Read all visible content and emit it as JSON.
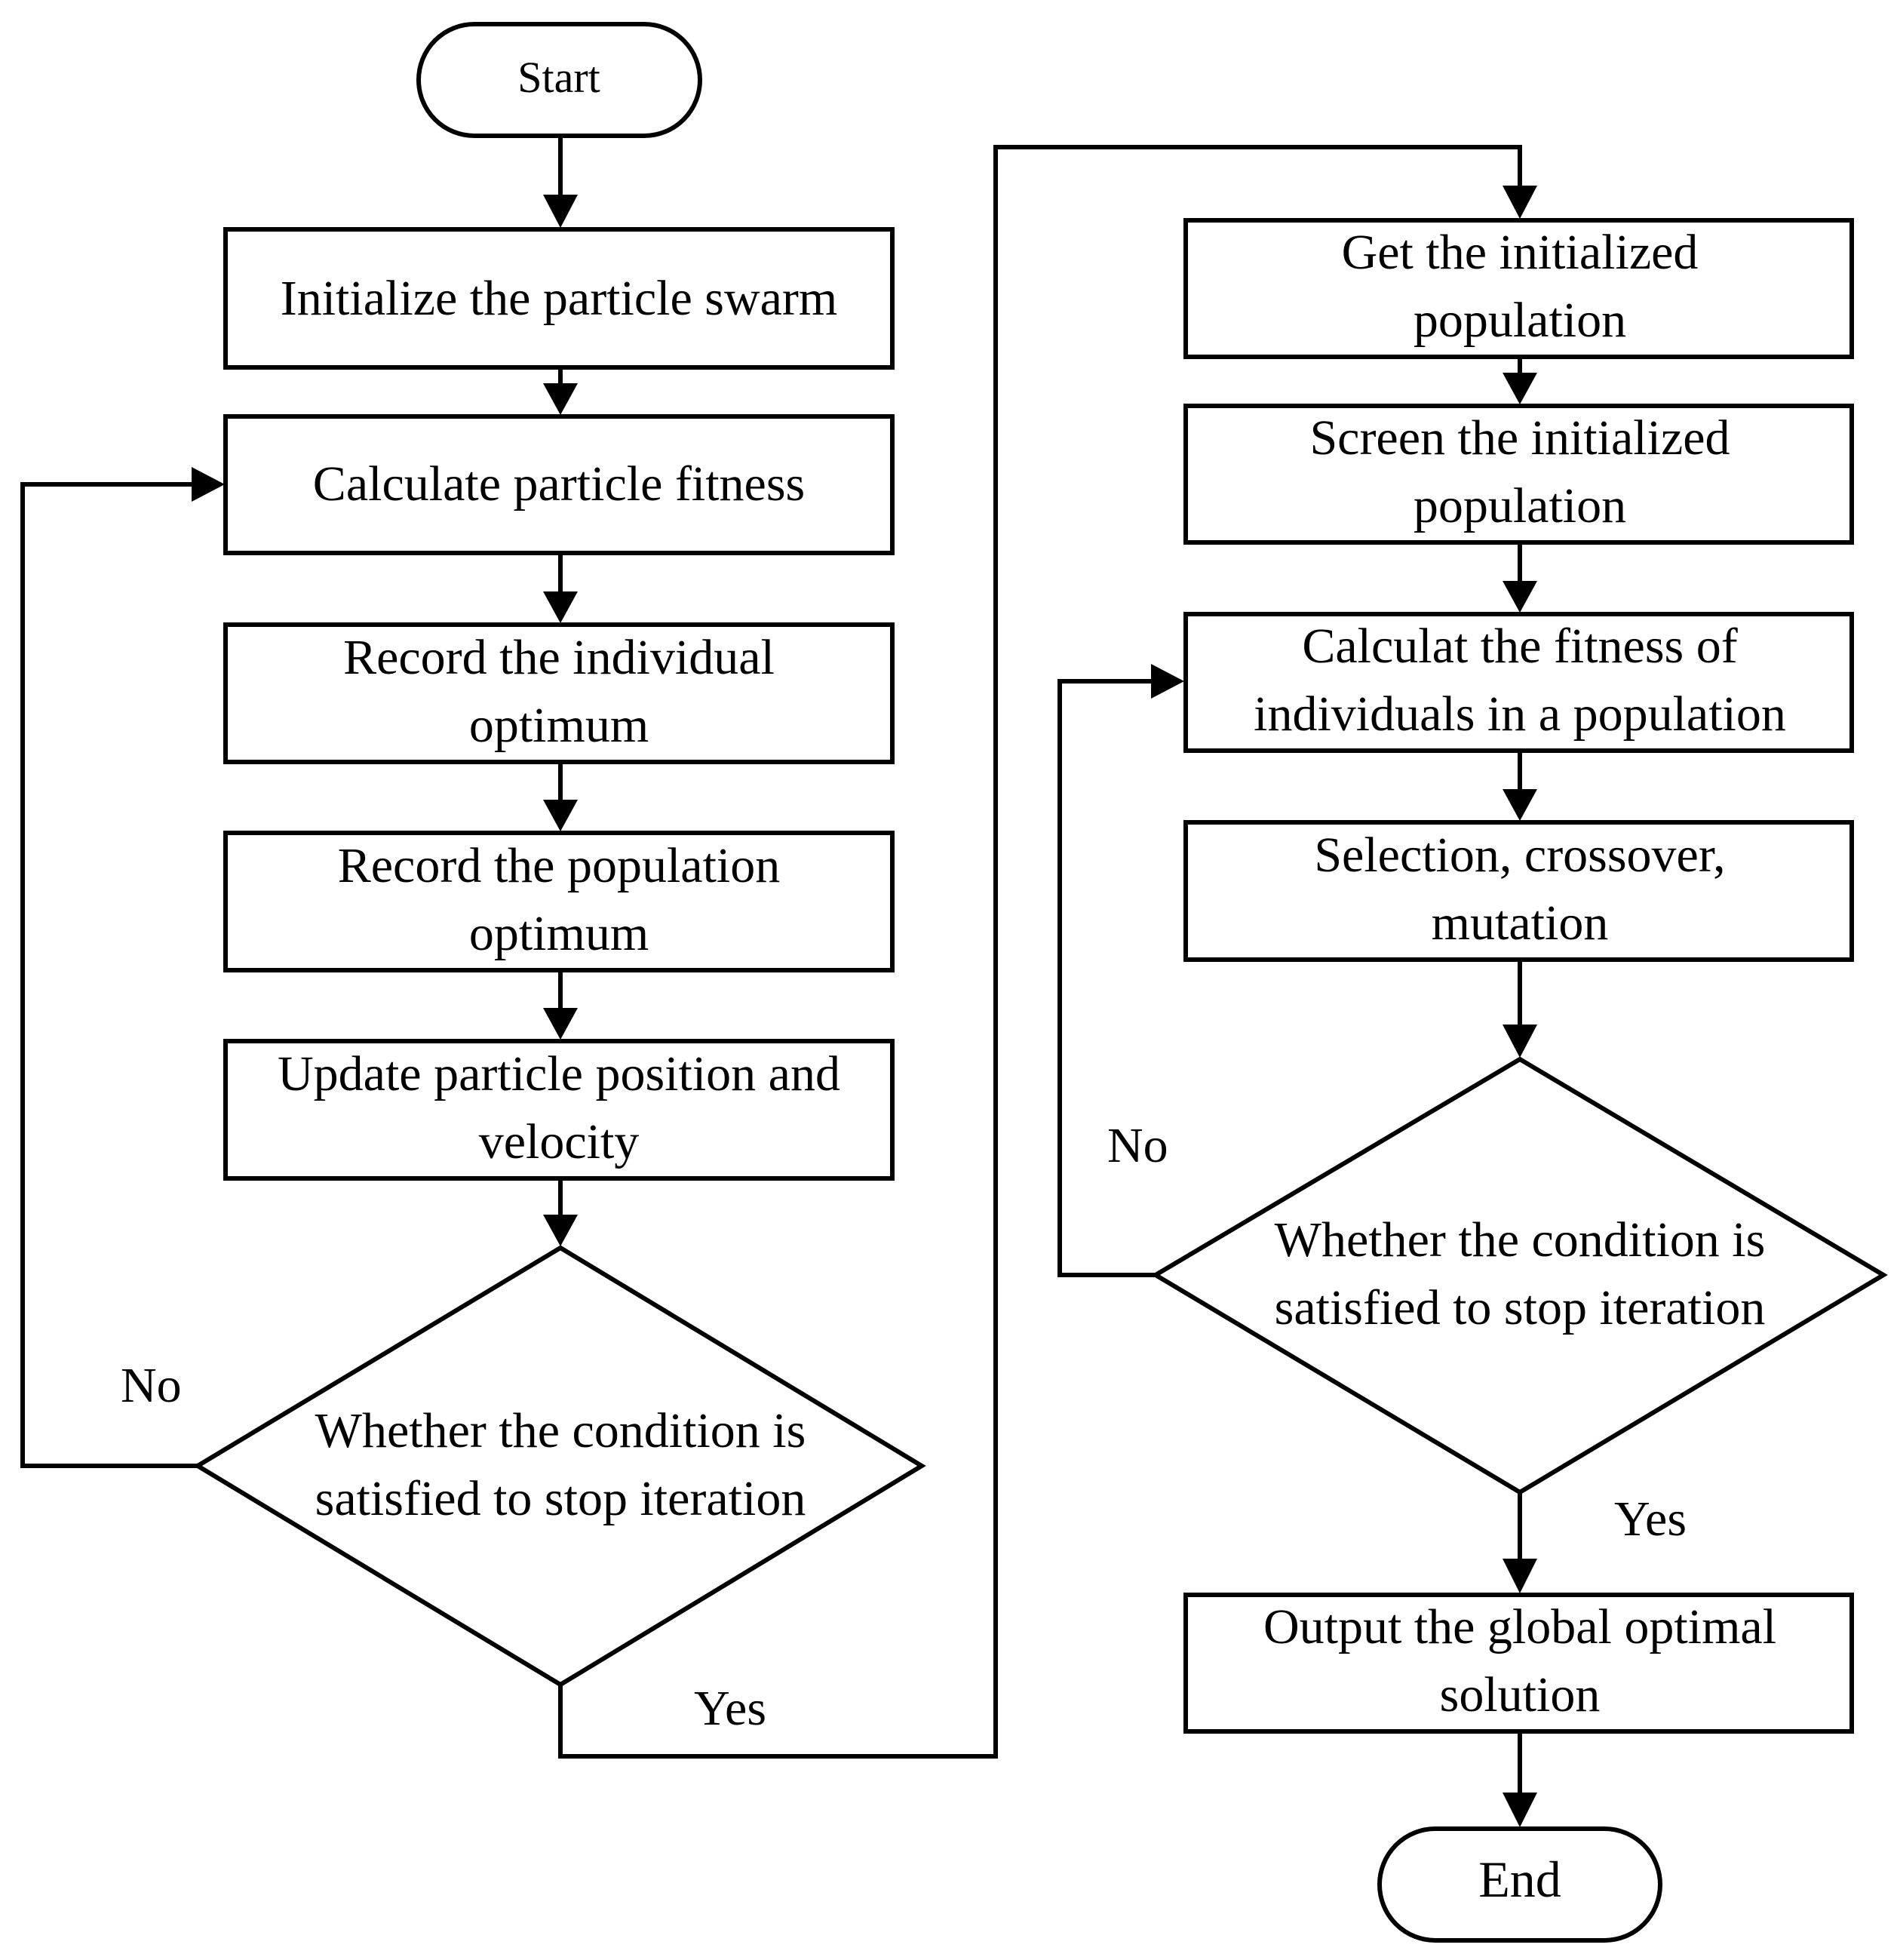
{
  "flowchart": {
    "start": "Start",
    "end": "End",
    "pso": {
      "init_swarm": "Initialize the particle swarm",
      "calc_fitness": "Calculate particle fitness",
      "record_individual": [
        "Record the individual",
        "optimum"
      ],
      "record_population": [
        "Record the population",
        "optimum"
      ],
      "update_position": [
        "Update particle position and",
        "velocity"
      ],
      "decision": [
        "Whether the condition is",
        "satisfied to stop iteration"
      ],
      "no_label": "No",
      "yes_label": "Yes"
    },
    "ga": {
      "get_population": [
        "Get the initialized",
        "population"
      ],
      "screen_population": [
        "Screen the initialized",
        "population"
      ],
      "calc_fitness": [
        "Calculat the fitness of",
        "individuals in a population"
      ],
      "genetic_ops": [
        "Selection, crossover,",
        "mutation"
      ],
      "decision": [
        "Whether the condition is",
        "satisfied to stop iteration"
      ],
      "no_label": "No",
      "yes_label": "Yes",
      "output": [
        "Output the global optimal",
        "solution"
      ]
    }
  }
}
